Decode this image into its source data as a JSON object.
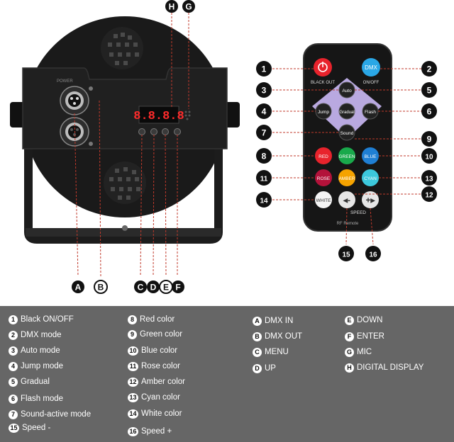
{
  "remote": {
    "blackout_label": "BLACK OUT",
    "dmx_button": "DMX",
    "onoff_label": "ON/OFF",
    "auto": "Auto",
    "jump": "Jump",
    "gradual": "Gradual",
    "flash": "Flash",
    "sound": "Sound",
    "red": "RED",
    "green": "GREEN",
    "blue": "BLUE",
    "rose": "ROSE",
    "amber": "AMBER",
    "cyan": "CYAN",
    "white": "WHITE",
    "speed_label": "SPEED",
    "brand": "RF Remote"
  },
  "fixture": {
    "port_label": "POWER",
    "display_value": "8.8.8.8"
  },
  "callouts": {
    "n1": "1",
    "n2": "2",
    "n3": "3",
    "n4": "4",
    "n5": "5",
    "n6": "6",
    "n7": "7",
    "n8": "8",
    "n9": "9",
    "n10": "10",
    "n11": "11",
    "n12": "12",
    "n13": "13",
    "n14": "14",
    "n15": "15",
    "n16": "16",
    "a": "A",
    "b": "B",
    "c": "C",
    "d": "D",
    "e": "E",
    "f": "F",
    "g": "G",
    "h": "H"
  },
  "legend": {
    "col1": [
      {
        "badge": "1",
        "text": "Black ON/OFF"
      },
      {
        "badge": "2",
        "text": "DMX mode"
      },
      {
        "badge": "3",
        "text": "Auto mode"
      },
      {
        "badge": "4",
        "text": "Jump mode"
      },
      {
        "badge": "5",
        "text": "Gradual"
      },
      {
        "badge": "6",
        "text": "Flash mode"
      },
      {
        "badge": "7",
        "text": "Sound-active mode"
      },
      {
        "badge": "15",
        "text": "Speed -"
      }
    ],
    "col2": [
      {
        "badge": "8",
        "text": "Red color"
      },
      {
        "badge": "9",
        "text": "Green color"
      },
      {
        "badge": "10",
        "text": "Blue color"
      },
      {
        "badge": "11",
        "text": "Rose color"
      },
      {
        "badge": "12",
        "text": "Amber color"
      },
      {
        "badge": "13",
        "text": "Cyan color"
      },
      {
        "badge": "14",
        "text": "White color"
      },
      {
        "badge": "16",
        "text": "Speed +"
      }
    ],
    "col3": [
      {
        "badge": "A",
        "text": "DMX IN"
      },
      {
        "badge": "B",
        "text": "DMX OUT"
      },
      {
        "badge": "C",
        "text": "MENU"
      },
      {
        "badge": "D",
        "text": "UP"
      }
    ],
    "col4": [
      {
        "badge": "E",
        "text": "DOWN"
      },
      {
        "badge": "F",
        "text": "ENTER"
      },
      {
        "badge": "G",
        "text": "MIC"
      },
      {
        "badge": "H",
        "text": "DIGITAL DISPLAY"
      }
    ]
  },
  "colors": {
    "legend_bg": "#666666",
    "body_black": "#1c1c1c",
    "red_button": "#e8232c",
    "dmx_button": "#2aa7e6",
    "pad_lilac": "#b9a9e0",
    "rose_button": "#b3123a",
    "amber_button": "#f5a300",
    "cyan_button": "#3cc8dc",
    "green_button": "#19a94b",
    "blue_button": "#1f7fd4"
  }
}
